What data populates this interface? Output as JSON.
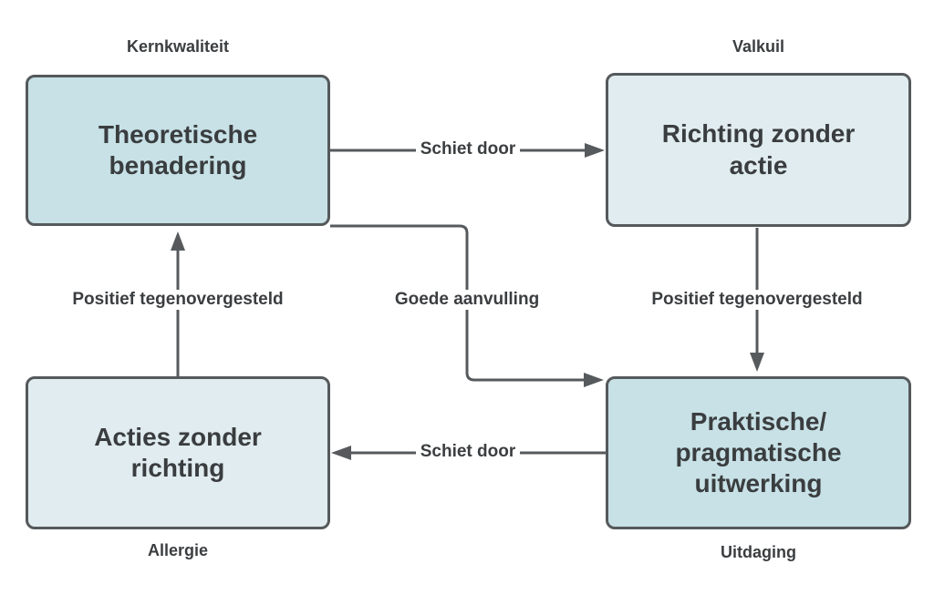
{
  "diagram": {
    "quadrants": [
      {
        "label": "Kernkwaliteit",
        "text": "Theoretische benadering"
      },
      {
        "label": "Valkuil",
        "text": "Richting zonder actie"
      },
      {
        "label": "Allergie",
        "text": "Acties zonder richting"
      },
      {
        "label": "Uitdaging",
        "text": "Praktische/ pragmatische uitwerking"
      }
    ],
    "connectors": [
      {
        "label": "Schiet door",
        "from": "Kernkwaliteit",
        "to": "Valkuil"
      },
      {
        "label": "Positief tegenovergesteld",
        "from": "Valkuil",
        "to": "Uitdaging"
      },
      {
        "label": "Goede aanvulling",
        "from": "Kernkwaliteit",
        "to": "Uitdaging"
      },
      {
        "label": "Positief tegenovergesteld",
        "from": "Allergie",
        "to": "Kernkwaliteit"
      },
      {
        "label": "Schiet door",
        "from": "Uitdaging",
        "to": "Allergie"
      }
    ],
    "colors": {
      "box_fill_primary": "#c7e1e6",
      "box_fill_secondary": "#e0ecef",
      "stroke": "#565a5c",
      "text": "#3b3e40"
    }
  }
}
